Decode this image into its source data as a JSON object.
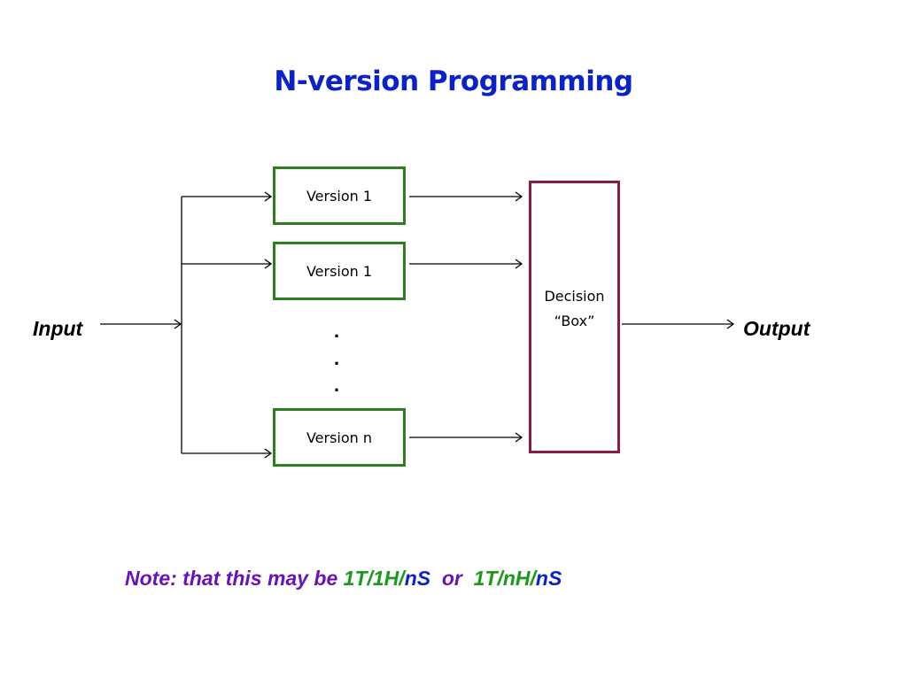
{
  "title": "N-version Programming",
  "diagram": {
    "input_label": "Input",
    "output_label": "Output",
    "versions": [
      {
        "label": "Version 1"
      },
      {
        "label": "Version 1"
      },
      {
        "label": "Version n"
      }
    ],
    "ellipsis": [
      ".",
      ".",
      "."
    ],
    "decision_box": {
      "line1": "Decision",
      "line2": "“Box”"
    }
  },
  "note": {
    "prefix": "Note: that this may be ",
    "config1_part1": "1T/1H/",
    "config1_part2": "nS",
    "connector": "  or  ",
    "config2_part1": "1T/nH/",
    "config2_part2": "nS"
  },
  "colors": {
    "title": "#0b22c8",
    "version_border": "#2e7d1f",
    "decision_border": "#8b1a48",
    "note_text": "#6a12b8",
    "note_green": "#1a9a1a",
    "note_blue": "#0b22c8"
  }
}
